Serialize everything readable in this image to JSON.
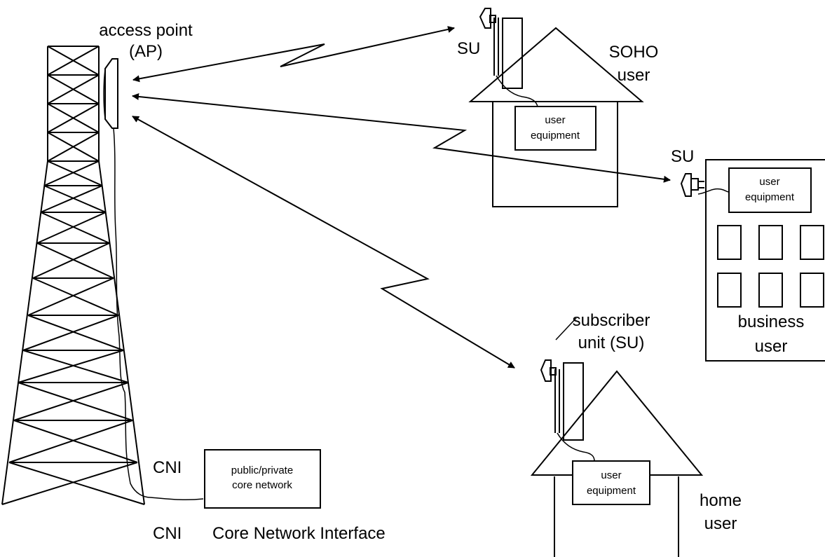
{
  "labels": {
    "access_point_line1": "access point",
    "access_point_line2": "(AP)",
    "su_soho": "SU",
    "soho_line1": "SOHO",
    "soho_line2": "user",
    "su_business": "SU",
    "subscriber_line1": "subscriber",
    "subscriber_line2": "unit (SU)",
    "business_line1": "business",
    "business_line2": "user",
    "home_line1": "home",
    "home_line2": "user",
    "cni_near_tower": "CNI",
    "legend_abbrev": "CNI",
    "legend_text": "Core Network Interface"
  },
  "boxes": {
    "soho_equipment_line1": "user",
    "soho_equipment_line2": "equipment",
    "business_equipment_line1": "user",
    "business_equipment_line2": "equipment",
    "home_equipment_line1": "user",
    "home_equipment_line2": "equipment",
    "core_line1": "public/private",
    "core_line2": "core network"
  }
}
